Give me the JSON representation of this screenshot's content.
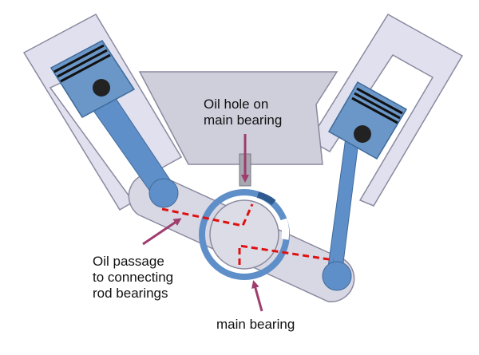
{
  "labels": {
    "oil_hole": [
      "Oil hole on",
      "main bearing"
    ],
    "oil_passage": [
      "Oil passage",
      "to connecting",
      "rod bearings"
    ],
    "main_bearing": "main bearing"
  },
  "colors": {
    "cylinder_fill": "#e0e0ee",
    "cylinder_stroke": "#8a8aa0",
    "crankcase_fill": "#cfcfdc",
    "piston_fill": "#6a96c8",
    "piston_stroke": "#3f6a9a",
    "rod_fill": "#5f8fc8",
    "arm_fill": "#d8d8e4",
    "journal_fill": "#dcdce6",
    "bearing_ring": "#5f8fc8",
    "oil_passage": "#e01010",
    "arrow": "#9e3d6e",
    "pin": "#222222",
    "rings": "#111111"
  }
}
